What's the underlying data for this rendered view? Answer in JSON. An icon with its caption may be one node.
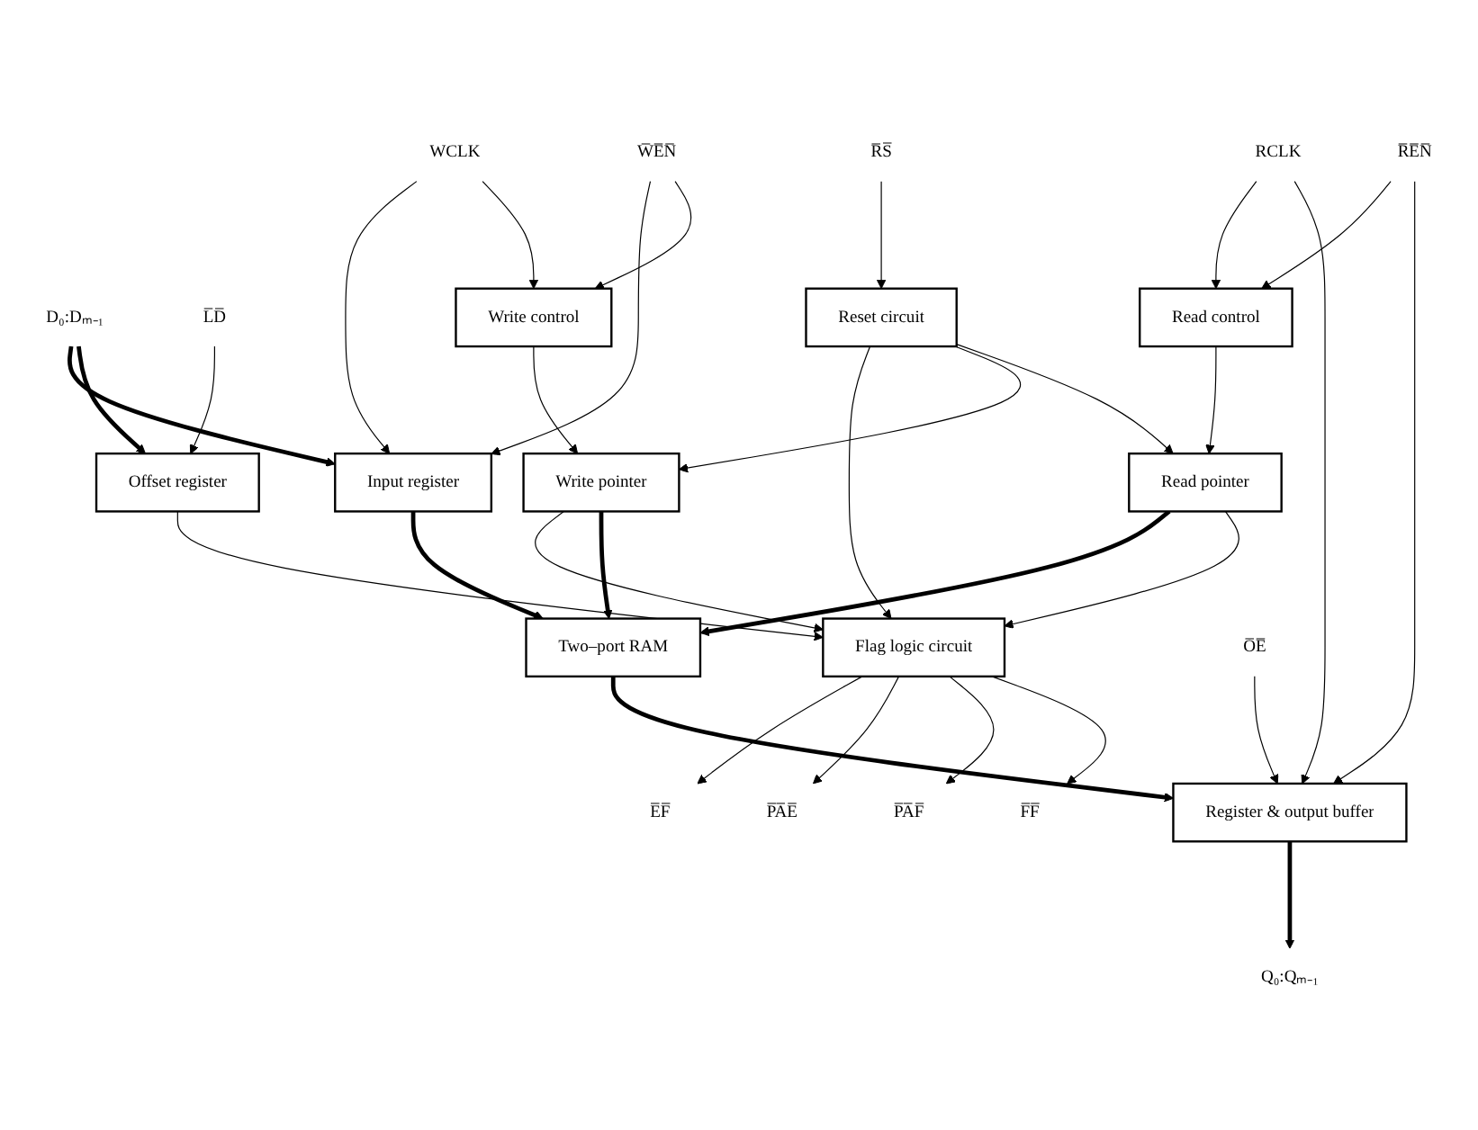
{
  "diagram": {
    "nodes": [
      {
        "text": [
          "D₀:Dₘ₋₁"
        ]
      },
      {
        "text": [
          "WCLK"
        ]
      },
      {
        "text": [
          "W̅E̅N̅"
        ]
      },
      {
        "text": [
          "Input register"
        ]
      },
      {
        "text": [
          "Offset register"
        ]
      },
      {
        "text": [
          "L̅D̅"
        ]
      },
      {
        "text": [
          "Write control"
        ]
      },
      {
        "text": [
          "Two–port RAM"
        ]
      },
      {
        "text": [
          "Flag logic circuit"
        ]
      },
      {
        "text": [
          "E̅F̅"
        ]
      },
      {
        "text": [
          "P̅A̅E̅"
        ]
      },
      {
        "text": [
          "P̅A̅F̅"
        ]
      },
      {
        "text": [
          "F̅F̅"
        ]
      },
      {
        "text": [
          "Write pointer"
        ]
      },
      {
        "text": [
          "Read pointer"
        ]
      },
      {
        "text": [
          "R̅S̅"
        ]
      },
      {
        "text": [
          "Reset circuit"
        ]
      },
      {
        "text": [
          "Read control"
        ]
      },
      {
        "text": [
          "O̅E̅"
        ]
      },
      {
        "text": [
          "Register & output buffer"
        ]
      },
      {
        "text": [
          "RCLK"
        ]
      },
      {
        "text": [
          "R̅E̅N̅"
        ]
      },
      {
        "text": [
          "Q₀:Qₘ₋₁"
        ]
      }
    ],
    "edges": [
      {
        "from": 0,
        "to": 3,
        "arrow": "to",
        "style": "thick"
      },
      {
        "from": 0,
        "to": 4,
        "arrow": "to",
        "style": "thick"
      },
      {
        "from": 2,
        "to": 3,
        "arrow": "to"
      },
      {
        "from": 1,
        "to": 3,
        "arrow": "to"
      },
      {
        "from": 1,
        "to": 6,
        "arrow": "to"
      },
      {
        "from": 2,
        "to": 6,
        "arrow": "to"
      },
      {
        "from": 5,
        "to": 4,
        "arrow": "to"
      },
      {
        "from": 3,
        "to": 7,
        "arrow": "to",
        "style": "thick"
      },
      {
        "from": 13,
        "to": 8,
        "arrow": "to"
      },
      {
        "from": 16,
        "to": 8,
        "arrow": "to"
      },
      {
        "from": 4,
        "to": 8,
        "arrow": "to"
      },
      {
        "from": 8,
        "to": 9,
        "arrow": "to"
      },
      {
        "from": 8,
        "to": 10,
        "arrow": "to"
      },
      {
        "from": 8,
        "to": 11,
        "arrow": "to"
      },
      {
        "from": 8,
        "to": 12,
        "arrow": "to"
      },
      {
        "from": 6,
        "to": 13,
        "arrow": "to"
      },
      {
        "from": 13,
        "to": 7,
        "arrow": "to",
        "style": "thick"
      },
      {
        "from": 14,
        "to": 7,
        "arrow": "to",
        "style": "thick"
      },
      {
        "from": 14,
        "to": 8,
        "arrow": "to"
      },
      {
        "from": 16,
        "to": 13,
        "arrow": "to"
      },
      {
        "from": 16,
        "to": 14,
        "arrow": "to"
      },
      {
        "from": 15,
        "to": 16,
        "arrow": "to"
      },
      {
        "from": 17,
        "to": 14,
        "arrow": "to"
      },
      {
        "from": 7,
        "to": 19,
        "arrow": "to",
        "style": "thick"
      },
      {
        "from": 18,
        "to": 19,
        "arrow": "to"
      },
      {
        "from": 20,
        "to": 17,
        "arrow": "to"
      },
      {
        "from": 20,
        "to": 19,
        "arrow": "to"
      },
      {
        "from": 21,
        "to": 17,
        "arrow": "to"
      },
      {
        "from": 21,
        "to": 19,
        "arrow": "to"
      },
      {
        "from": 19,
        "to": 22,
        "arrow": "to",
        "style": "thick"
      }
    ]
  }
}
